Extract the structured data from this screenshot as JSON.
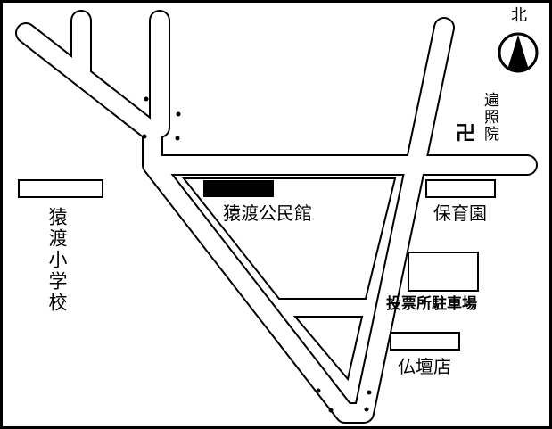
{
  "map": {
    "background": "#ffffff",
    "road_outline_color": "#000000",
    "labels": {
      "school": "猿渡小学校",
      "temple": "遍照院",
      "community_hall": "猿渡公民館",
      "nursery": "保育園",
      "parking": "投票所駐車場",
      "altar_shop": "仏壇店"
    },
    "north_label": "北",
    "temple_symbol": "卍",
    "icons": [
      "north-arrow-icon",
      "temple-symbol",
      "tree-dot-icon"
    ]
  }
}
